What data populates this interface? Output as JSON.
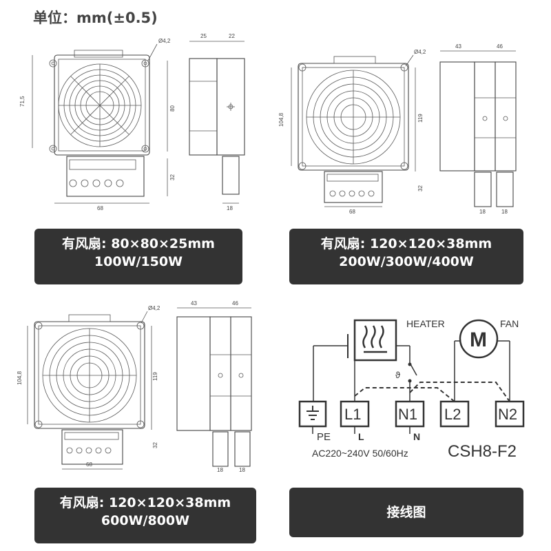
{
  "header": {
    "unit": "单位：mm(±0.5)"
  },
  "diagrams": [
    {
      "dims": {
        "hole": "Ø4,2",
        "depth_a": "25",
        "depth_b": "22",
        "height_left": "71,5",
        "height_right": "80",
        "bottom": "32",
        "width": "68",
        "plug": "18"
      },
      "caption": {
        "line1": "有风扇: 80×80×25mm",
        "line2": "100W/150W"
      }
    },
    {
      "dims": {
        "hole": "Ø4,2",
        "depth_a": "43",
        "depth_b": "46",
        "height_left": "104,8",
        "height_right": "119",
        "bottom": "32",
        "width": "68",
        "plug_a": "18",
        "plug_b": "18"
      },
      "caption": {
        "line1": "有风扇: 120×120×38mm",
        "line2": "200W/300W/400W"
      }
    },
    {
      "dims": {
        "hole": "Ø4,2",
        "depth_a": "43",
        "depth_b": "46",
        "height_left": "104,8",
        "height_right": "119",
        "bottom": "32",
        "width": "68",
        "plug_a": "18",
        "plug_b": "18"
      },
      "caption": {
        "line1": "有风扇: 120×120×38mm",
        "line2": "600W/800W"
      }
    }
  ],
  "wiring": {
    "heater_label": "HEATER",
    "fan_label": "FAN",
    "motor_symbol": "M",
    "thermostat_symbol": "ϑ",
    "terminals": [
      "L1",
      "N1",
      "L2",
      "N2"
    ],
    "pe_label": "PE",
    "l_label": "L",
    "n_label": "N",
    "supply": "AC220~240V 50/60Hz",
    "model": "CSH8-F2",
    "caption": "接线图"
  },
  "colors": {
    "caption_bg": "#333333",
    "caption_text": "#ffffff",
    "line": "#444444"
  }
}
